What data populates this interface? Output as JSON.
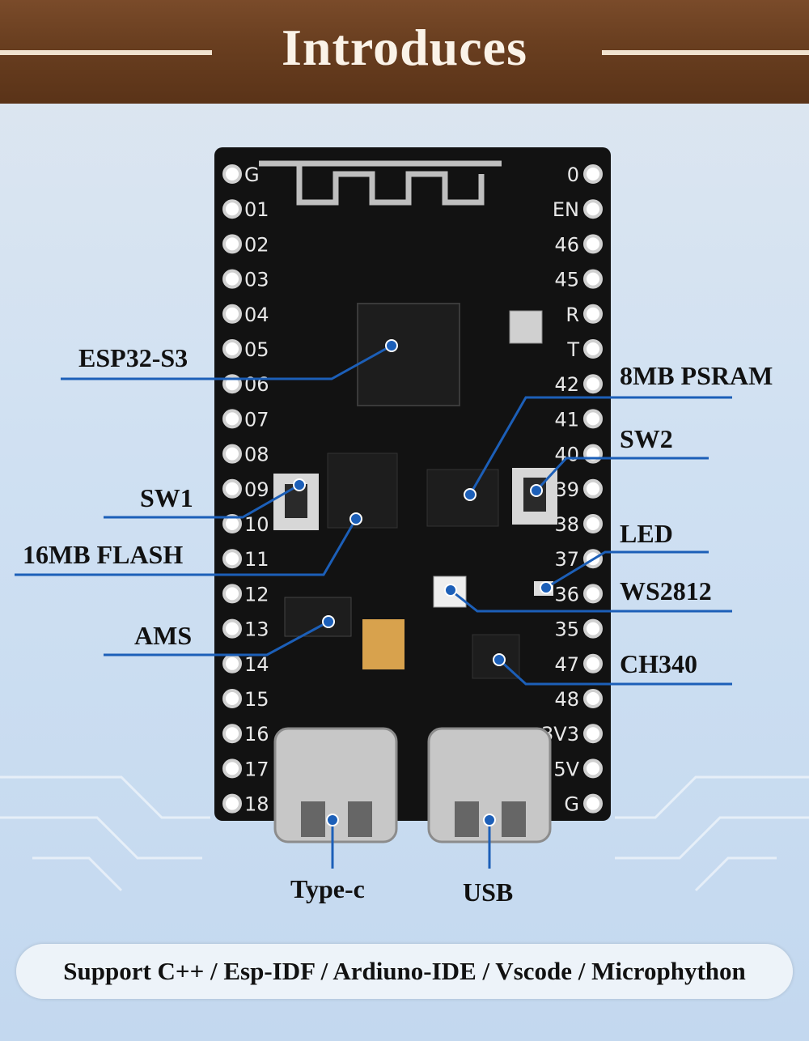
{
  "header": {
    "title": "Introduces"
  },
  "pins": {
    "left": [
      "G",
      "01",
      "02",
      "03",
      "04",
      "05",
      "06",
      "07",
      "08",
      "09",
      "10",
      "11",
      "12",
      "13",
      "14",
      "15",
      "16",
      "17",
      "18"
    ],
    "right": [
      "0",
      "EN",
      "46",
      "45",
      "R",
      "T",
      "42",
      "41",
      "40",
      "39",
      "38",
      "37",
      "36",
      "35",
      "47",
      "48",
      "3V3",
      "5V",
      "G"
    ]
  },
  "labels": {
    "esp32": "ESP32-S3",
    "psram": "8MB PSRAM",
    "sw2": "SW2",
    "sw1": "SW1",
    "flash": "16MB FLASH",
    "led": "LED",
    "ws2812": "WS2812",
    "ams": "AMS",
    "ch340": "CH340",
    "typec": "Type-c",
    "usb": "USB"
  },
  "footer": {
    "text": "Support C++ / Esp-IDF / Ardiuno-IDE / Vscode / Microphython"
  },
  "colors": {
    "header_bg": "#6a3f20",
    "callout": "#1c5fb8",
    "pcb": "#121212"
  }
}
